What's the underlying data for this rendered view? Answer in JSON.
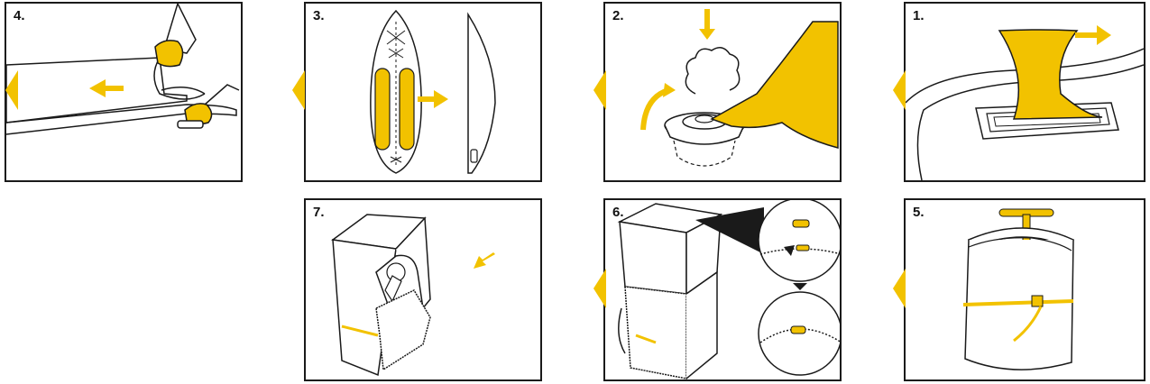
{
  "steps": [
    {
      "id": "4",
      "label": "4."
    },
    {
      "id": "3",
      "label": "3."
    },
    {
      "id": "2",
      "label": "2."
    },
    {
      "id": "1",
      "label": "1."
    },
    {
      "id": "7",
      "label": "7."
    },
    {
      "id": "6",
      "label": "6."
    },
    {
      "id": "5",
      "label": "5."
    }
  ],
  "colors": {
    "accent": "#F2C200",
    "outline": "#1a1a1a",
    "background": "#ffffff"
  },
  "icons": {
    "chevron": "chevron-left-icon",
    "arrow": "direction-arrow-icon"
  }
}
